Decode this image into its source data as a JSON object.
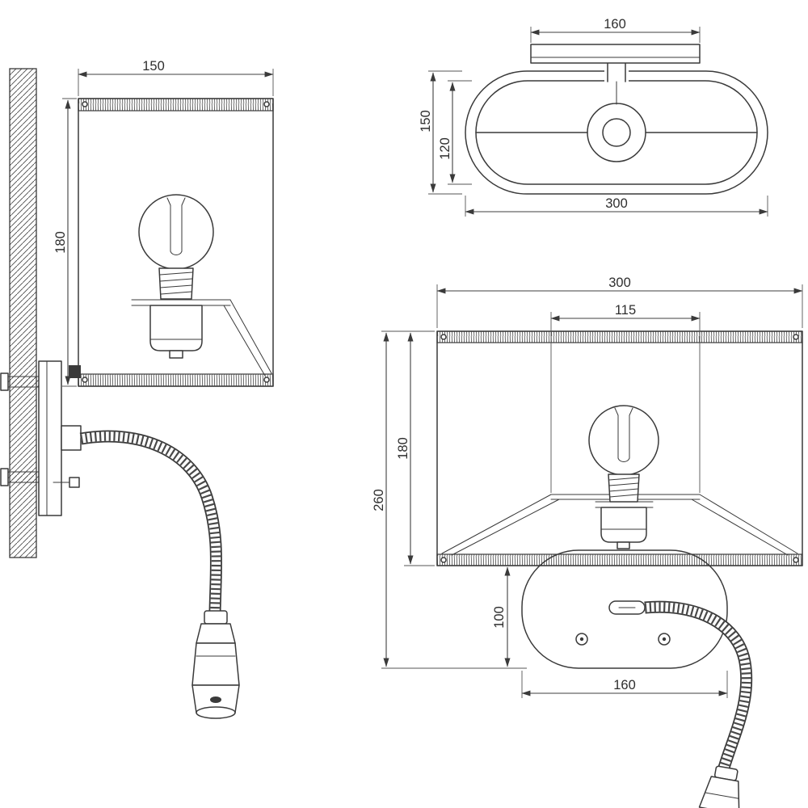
{
  "drawing": {
    "type": "technical-dimension-drawing",
    "subject": "wall-lamp-with-shade-and-flex-reading-light",
    "line_color": "#3a3a3a",
    "background": "#ffffff",
    "views": {
      "side": {
        "shade_width": "150",
        "shade_height": "180"
      },
      "top": {
        "bracket_width": "160",
        "shade_depth": "150",
        "inner_depth": "120",
        "shade_width": "300"
      },
      "front": {
        "shade_width": "300",
        "harp_width": "115",
        "shade_height": "180",
        "overall_height": "260",
        "base_height": "100",
        "base_width": "160"
      }
    }
  }
}
